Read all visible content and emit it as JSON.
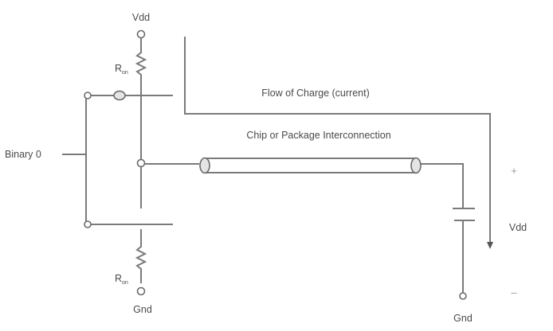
{
  "diagram": {
    "title": "CMOS driver output to chip/package interconnection",
    "labels": {
      "vdd_top": "Vdd",
      "ron_top": "R",
      "ron_top_sub": "on",
      "ron_bottom": "R",
      "ron_bottom_sub": "on",
      "gnd_left": "Gnd",
      "binary_input": "Binary 0",
      "flow": "Flow of Charge (current)",
      "interconnect": "Chip or Package Interconnection",
      "plus": "+",
      "vdd_right": "Vdd",
      "minus": "–",
      "gnd_right": "Gnd"
    },
    "colors": {
      "wire": "#7a7a7a",
      "text": "#4a4a4a",
      "oval_fill": "#e4e4e4"
    }
  }
}
